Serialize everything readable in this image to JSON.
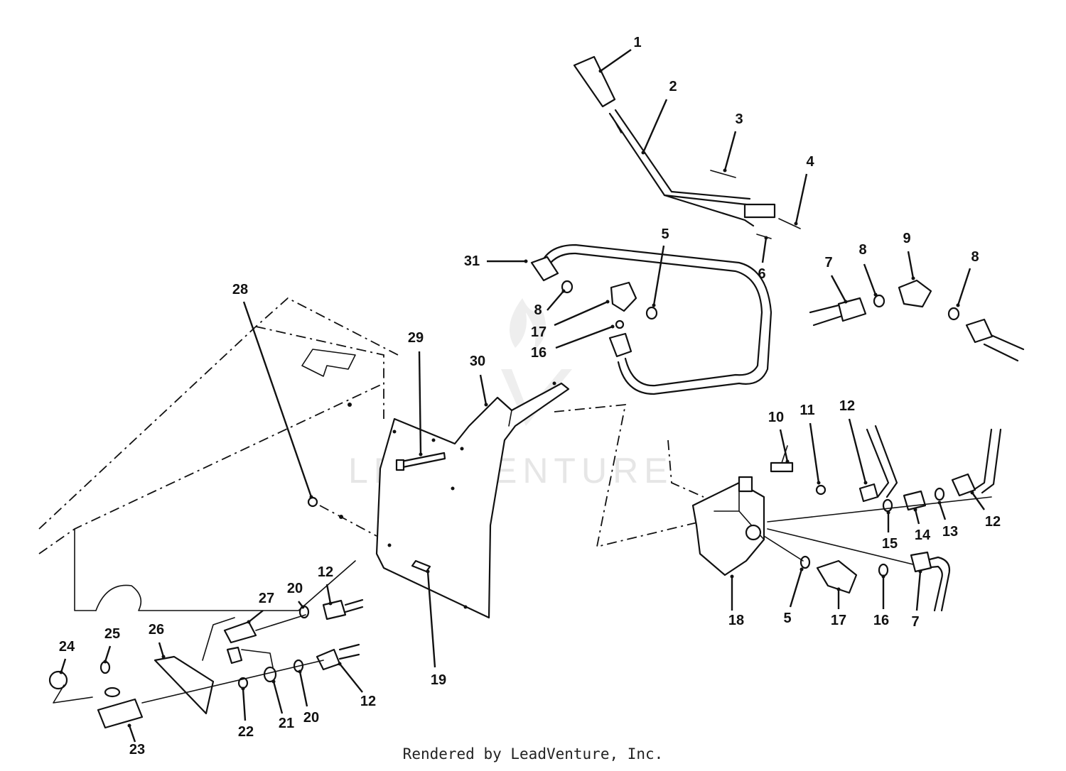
{
  "watermark": {
    "text": "LEADVENTURE"
  },
  "footer": {
    "text": "Rendered by LeadVenture, Inc."
  },
  "callouts": [
    {
      "id": "c1",
      "label": "1"
    },
    {
      "id": "c2",
      "label": "2"
    },
    {
      "id": "c3",
      "label": "3"
    },
    {
      "id": "c4",
      "label": "4"
    },
    {
      "id": "c5a",
      "label": "5"
    },
    {
      "id": "c6",
      "label": "6"
    },
    {
      "id": "c7a",
      "label": "7"
    },
    {
      "id": "c8a",
      "label": "8"
    },
    {
      "id": "c9",
      "label": "9"
    },
    {
      "id": "c8b",
      "label": "8"
    },
    {
      "id": "c31",
      "label": "31"
    },
    {
      "id": "c8c",
      "label": "8"
    },
    {
      "id": "c17a",
      "label": "17"
    },
    {
      "id": "c16a",
      "label": "16"
    },
    {
      "id": "c28",
      "label": "28"
    },
    {
      "id": "c29",
      "label": "29"
    },
    {
      "id": "c30",
      "label": "30"
    },
    {
      "id": "c10",
      "label": "10"
    },
    {
      "id": "c11",
      "label": "11"
    },
    {
      "id": "c12a",
      "label": "12"
    },
    {
      "id": "c12b",
      "label": "12"
    },
    {
      "id": "c15",
      "label": "15"
    },
    {
      "id": "c14",
      "label": "14"
    },
    {
      "id": "c13",
      "label": "13"
    },
    {
      "id": "c18",
      "label": "18"
    },
    {
      "id": "c5b",
      "label": "5"
    },
    {
      "id": "c17b",
      "label": "17"
    },
    {
      "id": "c16b",
      "label": "16"
    },
    {
      "id": "c7b",
      "label": "7"
    },
    {
      "id": "c19",
      "label": "19"
    },
    {
      "id": "c12c",
      "label": "12"
    },
    {
      "id": "c20a",
      "label": "20"
    },
    {
      "id": "c27",
      "label": "27"
    },
    {
      "id": "c24",
      "label": "24"
    },
    {
      "id": "c25",
      "label": "25"
    },
    {
      "id": "c26",
      "label": "26"
    },
    {
      "id": "c23",
      "label": "23"
    },
    {
      "id": "c22",
      "label": "22"
    },
    {
      "id": "c21",
      "label": "21"
    },
    {
      "id": "c20b",
      "label": "20"
    },
    {
      "id": "c12d",
      "label": "12"
    }
  ]
}
